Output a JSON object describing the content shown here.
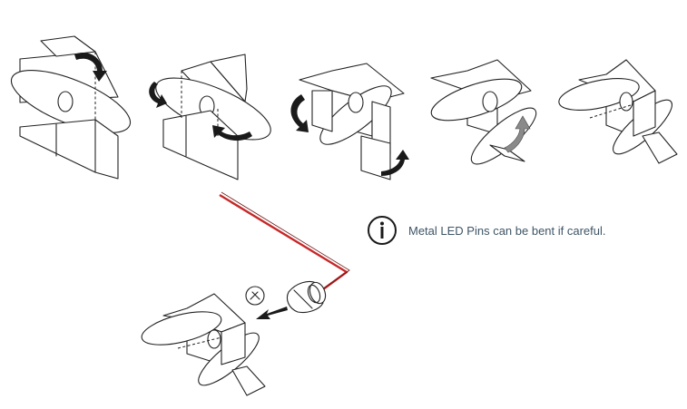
{
  "note": {
    "text": "Metal LED Pins can be bent if careful.",
    "icon": "info-icon"
  },
  "colors": {
    "line": "#222222",
    "wire": "#c62828",
    "note_text": "#3e5566",
    "arrow": "#1a1a1a",
    "bend_arrow": "#8a8a8a"
  },
  "steps": [
    {
      "name": "fold-step-1",
      "icon": "rotate-arrow-icon"
    },
    {
      "name": "fold-step-2",
      "icon": "rotate-arrow-icon"
    },
    {
      "name": "fold-step-3",
      "icon": "rotate-arrow-icon"
    },
    {
      "name": "fold-step-4",
      "icon": "rotate-arrow-icon"
    },
    {
      "name": "fold-step-5",
      "icon": "none"
    },
    {
      "name": "led-insert-step",
      "icon": "insert-arrow-icon"
    }
  ]
}
